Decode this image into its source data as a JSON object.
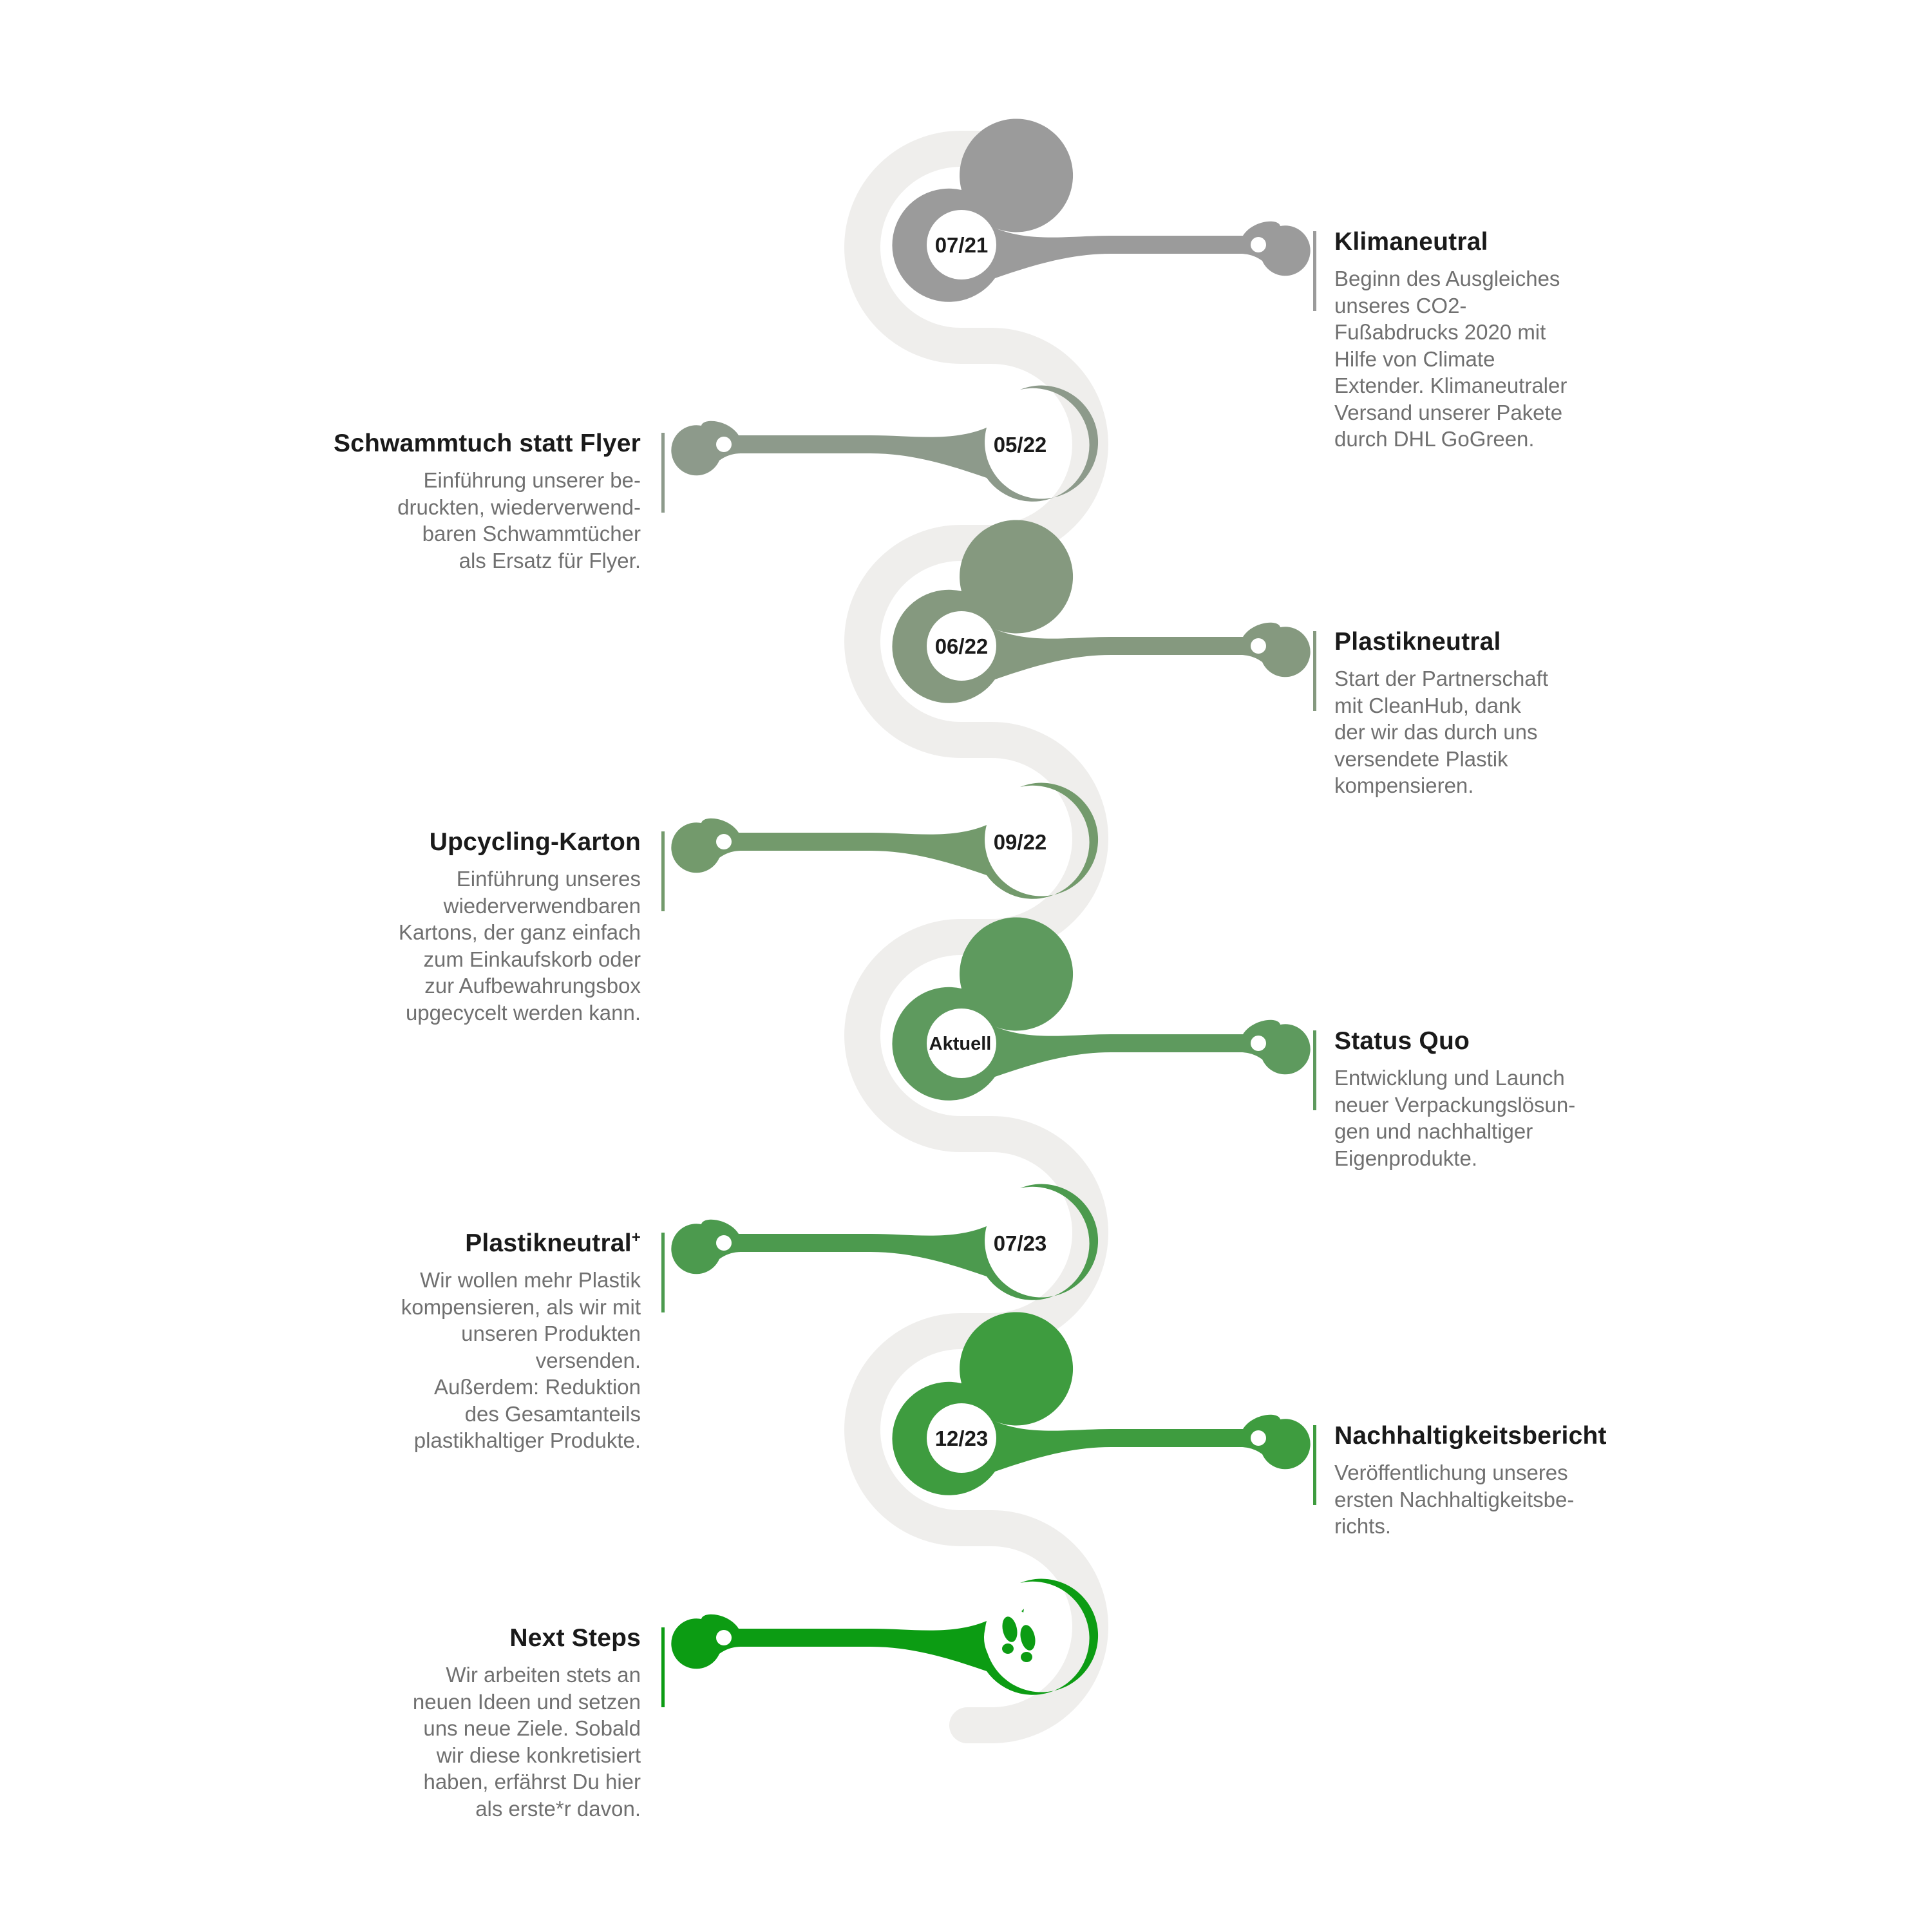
{
  "colors": {
    "path": "#efeeec",
    "milestone_1": "#9b9b9b",
    "milestone_2": "#8d9a8b",
    "milestone_3": "#85997f",
    "milestone_4": "#739a6c",
    "milestone_5": "#5e9a5e",
    "milestone_6": "#4c9a4e",
    "milestone_7": "#3e9c3f",
    "milestone_8": "#0c9c13"
  },
  "milestones": [
    {
      "date": "07/21",
      "title": "Klimaneutral",
      "title_sup": "",
      "description": "Beginn des Ausgleiches\nunseres CO2-\nFußabdrucks 2020 mit\nHilfe von Climate\nExtender. Klimaneutraler\nVersand unserer Pakete\ndurch DHL GoGreen."
    },
    {
      "date": "05/22",
      "title": "Schwammtuch statt Flyer",
      "title_sup": "",
      "description": "Einführung unserer be-\ndruckten, wiederverwend-\nbaren Schwammtücher\nals Ersatz für Flyer."
    },
    {
      "date": "06/22",
      "title": "Plastikneutral",
      "title_sup": "",
      "description": "Start der Partnerschaft\nmit CleanHub, dank\nder wir das durch uns\nversendete Plastik\nkompensieren."
    },
    {
      "date": "09/22",
      "title": "Upcycling-Karton",
      "title_sup": "",
      "description": "Einführung unseres\nwiederverwendbaren\nKartons, der ganz einfach\nzum Einkaufskorb oder\nzur Aufbewahrungsbox\nupgecycelt werden kann."
    },
    {
      "date": "Aktuell",
      "title": "Status Quo",
      "title_sup": "",
      "description": "Entwicklung und Launch\nneuer Verpackungslösun-\ngen und nachhaltiger\nEigenprodukte."
    },
    {
      "date": "07/23",
      "title": "Plastikneutral",
      "title_sup": "+",
      "description": "Wir wollen mehr Plastik\nkompensieren, als wir mit\nunseren Produkten\nversenden.\nAußerdem: Reduktion\ndes Gesamtanteils\nplastikhaltiger Produkte."
    },
    {
      "date": "12/23",
      "title": "Nachhaltigkeitsbericht",
      "title_sup": "",
      "description": "Veröffentlichung unseres\nersten Nachhaltigkeitsbe-\nrichts."
    },
    {
      "date": "",
      "title": "Next Steps",
      "title_sup": "",
      "icon": "footsteps-icon",
      "description": "Wir arbeiten stets an\nneuen Ideen und setzen\nuns neue Ziele. Sobald\nwir diese konkretisiert\nhaben, erfährst Du hier\nals erste*r davon."
    }
  ]
}
